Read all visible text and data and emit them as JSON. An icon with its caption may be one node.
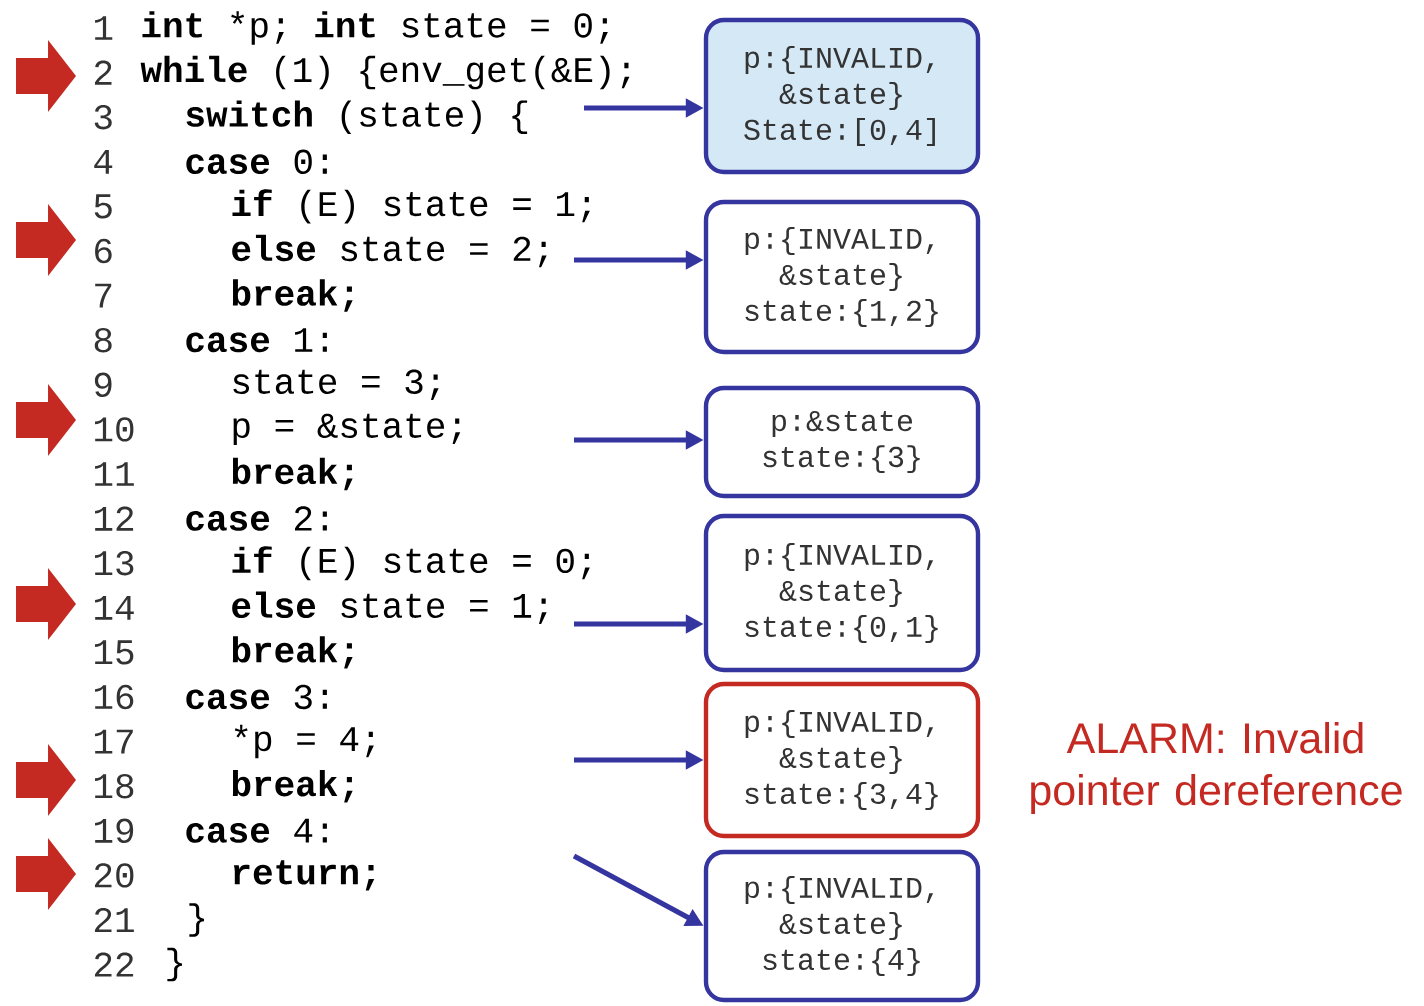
{
  "diagram": {
    "nodes": [
      {
        "text": [
          "p:{INVALID, &state}",
          "State:[0,4]"
        ]
      },
      {
        "text": [
          "p:{INVALID, &state}",
          "state:{1,2}"
        ]
      },
      {
        "text": [
          "p:&state",
          "state:{3}"
        ]
      },
      {
        "text": [
          "p:{INVALID, &state}",
          "state:{0,1}"
        ]
      },
      {
        "text": [
          "p:{INVALID, &state}",
          "state:{3,4}"
        ],
        "beside": [
          "ALARM: Invalid pointer dereference"
        ]
      },
      {
        "text": [
          "p:{INVALID, &state}",
          "state:{4}"
        ]
      }
    ],
    "edges": [
      {
        "from": null,
        "to": 0,
        "arrow": "to"
      },
      {
        "from": null,
        "to": 1,
        "arrow": "to"
      },
      {
        "from": null,
        "to": 2,
        "arrow": "to"
      },
      {
        "from": null,
        "to": 3,
        "arrow": "to"
      },
      {
        "from": null,
        "to": 4,
        "arrow": "to"
      },
      {
        "from": null,
        "to": 5,
        "arrow": "to"
      }
    ],
    "labels": [
      "1",
      "**int** *p; **int** state = 0;",
      "2",
      "**while** (1) {env_get(&E);",
      "3",
      "**switch** (state) {",
      "4",
      "**case** 0:",
      "5",
      "**if** (E) state = 1;",
      "6",
      "**else** state = 2;",
      "7",
      "**break;**",
      "8",
      "**case** 1:",
      "9",
      "state = 3;",
      "10",
      "p = &state;",
      "11",
      "**break;**",
      "12",
      "**case** 2:",
      "13",
      "**if** (E) state = 0;",
      "14",
      "**else** state = 1;",
      "15",
      "**break;**",
      "16",
      "**case** 3:",
      "17",
      "*p = 4;",
      "18",
      "**break;**",
      "19",
      "**case** 4:",
      "20",
      "**return;**",
      "21",
      "}",
      "22",
      "}"
    ]
  }
}
